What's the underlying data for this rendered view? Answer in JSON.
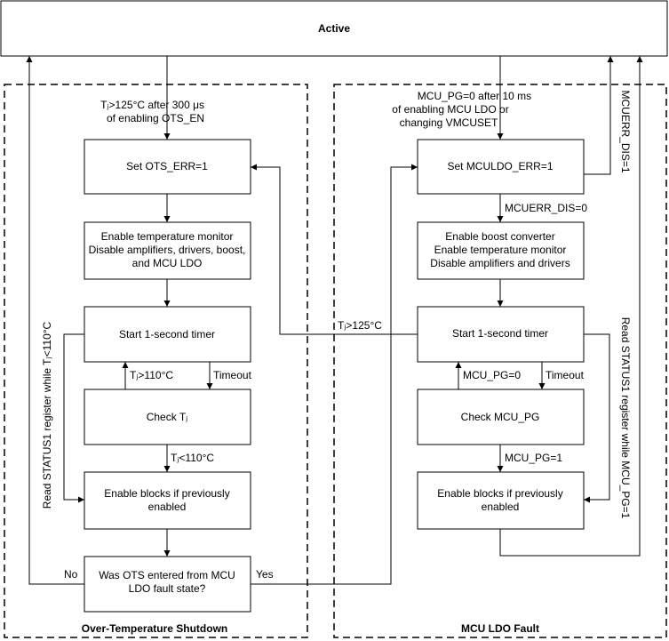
{
  "active": "Active",
  "left_region": {
    "title": "Over-Temperature Shutdown",
    "entry_line1": "Tⱼ>125°C after 300 μs",
    "entry_line2": "of enabling OTS_EN",
    "set_err": "Set OTS_ERR=1",
    "enable_line1": "Enable temperature monitor",
    "enable_line2": "Disable amplifiers, drivers, boost,",
    "enable_line3": "and MCU LDO",
    "timer": "Start 1-second timer",
    "gt110": "Tⱼ>110°C",
    "timeout": "Timeout",
    "check": "Check Tⱼ",
    "lt110": "Tⱼ<110°C",
    "blocks_line1": "Enable blocks if previously",
    "blocks_line2": "enabled",
    "question_line1": "Was OTS entered from MCU",
    "question_line2": "LDO fault state?",
    "no": "No",
    "yes": "Yes",
    "read_status": "Read STATUS1 register while Tⱼ<110°C"
  },
  "right_region": {
    "title": "MCU LDO Fault",
    "entry_line1": "MCU_PG=0 after 10 ms",
    "entry_line2": "of enabling MCU LDO or",
    "entry_line3": "changing VMCUSET",
    "set_err": "Set MCULDO_ERR=1",
    "mcuerr_dis1": "MCUERR_DIS=1",
    "mcuerr_dis0": "MCUERR_DIS=0",
    "enable_line1": "Enable boost converter",
    "enable_line2": "Enable temperature monitor",
    "enable_line3": "Disable amplifiers and drivers",
    "tj125": "Tⱼ>125°C",
    "timer": "Start 1-second timer",
    "pg0": "MCU_PG=0",
    "timeout": "Timeout",
    "check": "Check MCU_PG",
    "pg1": "MCU_PG=1",
    "blocks_line1": "Enable blocks if previously",
    "blocks_line2": "enabled",
    "read_status": "Read STATUS1 register while MCU_PG=1"
  }
}
